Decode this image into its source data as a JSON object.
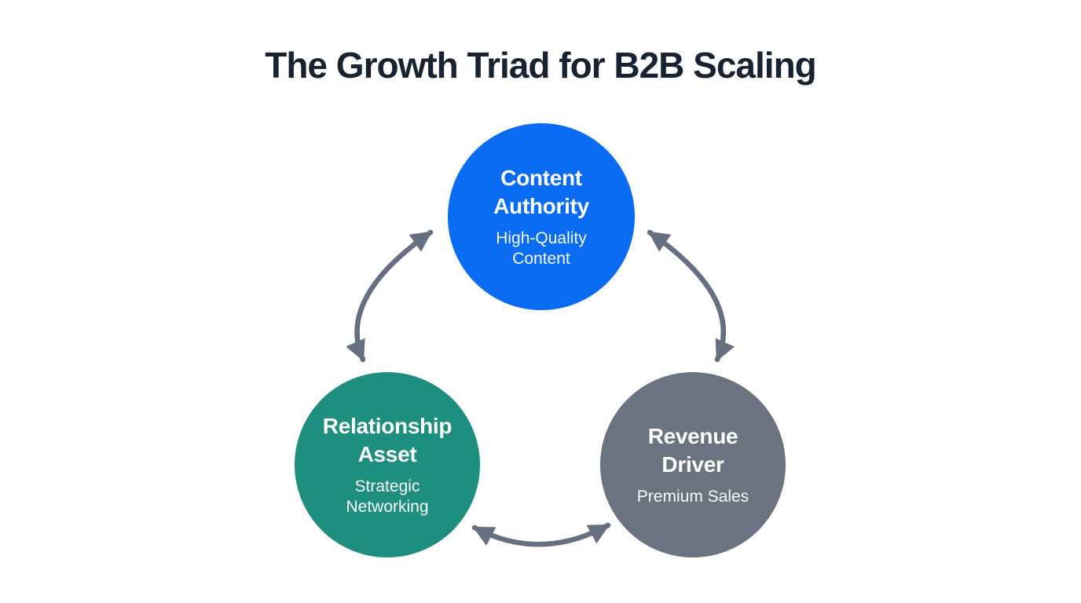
{
  "page": {
    "background_color": "#ffffff",
    "title": "The Growth Triad for B2B Scaling",
    "title_color": "#192231"
  },
  "diagram": {
    "type": "cycle",
    "arrow_color": "#667080",
    "nodes": [
      {
        "id": "content-authority",
        "label": "Content\nAuthority",
        "sublabel": "High-Quality\nContent",
        "color": "#0a6bf3",
        "text_color": "#ffffff",
        "position": "top-center"
      },
      {
        "id": "relationship-asset",
        "label": "Relationship\nAsset",
        "sublabel": "Strategic\nNetworking",
        "color": "#1e8e7e",
        "text_color": "#ffffff",
        "position": "bottom-left"
      },
      {
        "id": "revenue-driver",
        "label": "Revenue\nDriver",
        "sublabel": "Premium Sales",
        "color": "#6b7280",
        "text_color": "#ffffff",
        "position": "bottom-right"
      }
    ],
    "connections": [
      {
        "from": "content-authority",
        "to": "relationship-asset",
        "bidirectional": true
      },
      {
        "from": "content-authority",
        "to": "revenue-driver",
        "bidirectional": true
      },
      {
        "from": "relationship-asset",
        "to": "revenue-driver",
        "bidirectional": true
      }
    ]
  }
}
